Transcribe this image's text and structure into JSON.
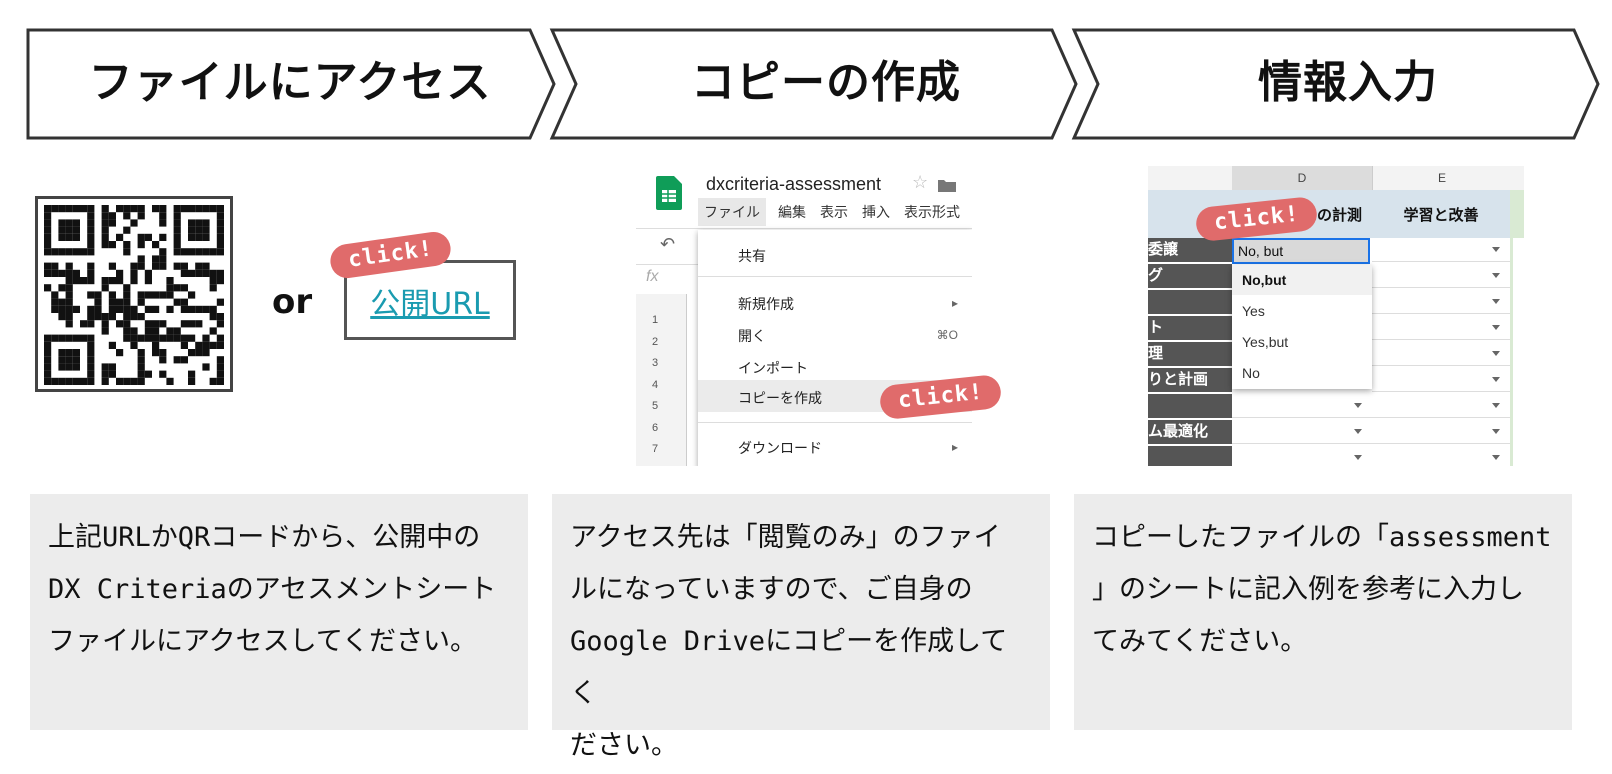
{
  "steps": [
    {
      "title": "ファイルにアクセス",
      "description": [
        "上記URLかQRコードから、公開中の",
        "DX Criteriaのアセスメントシート",
        "ファイルにアクセスしてください。"
      ]
    },
    {
      "title": "コピーの作成",
      "description": [
        "アクセス先は「閲覧のみ」のファイ",
        "ルになっていますので、ご自身の",
        "Google Driveにコピーを作成してく",
        "ださい。"
      ]
    },
    {
      "title": "情報入力",
      "description": [
        "コピーしたファイルの「assessment",
        "」のシートに記入例を参考に入力し",
        "てみてください。"
      ]
    }
  ],
  "panel1": {
    "or_text": "or",
    "url_link": "公開URL",
    "click_badge": "click!"
  },
  "panel2": {
    "doc_title": "dxcriteria-assessment",
    "menubar": [
      "ファイル",
      "編集",
      "表示",
      "挿入",
      "表示形式"
    ],
    "fx": "fx",
    "row_numbers": [
      "1",
      "2",
      "3",
      "4",
      "5",
      "6",
      "7"
    ],
    "menu_items": {
      "share": "共有",
      "new": "新規作成",
      "open": "開く",
      "open_shortcut": "⌘O",
      "import": "インポート",
      "make_copy": "コピーを作成",
      "download": "ダウンロード"
    },
    "click_badge": "click!",
    "icons": [
      "sheets-logo-icon",
      "star-icon",
      "folder-icon",
      "undo-icon",
      "submenu-arrow-icon"
    ]
  },
  "panel3": {
    "col_d": "D",
    "col_e": "E",
    "header_left": "ー",
    "header_d": "スの計測",
    "header_e": "学習と改善",
    "row_labels": [
      "委譲",
      "グ",
      "",
      "ト",
      "理",
      "りと計画",
      "",
      "ム最適化",
      ""
    ],
    "active_cell_value": "No, but",
    "dropdown_options": [
      "No,but",
      "Yes",
      "Yes,but",
      "No"
    ],
    "click_badge": "click!"
  },
  "colors": {
    "badge": "#e06b6b",
    "panel_bg": "#ececec",
    "link": "#1a9bb0",
    "sheets_green": "#0f9d58"
  }
}
